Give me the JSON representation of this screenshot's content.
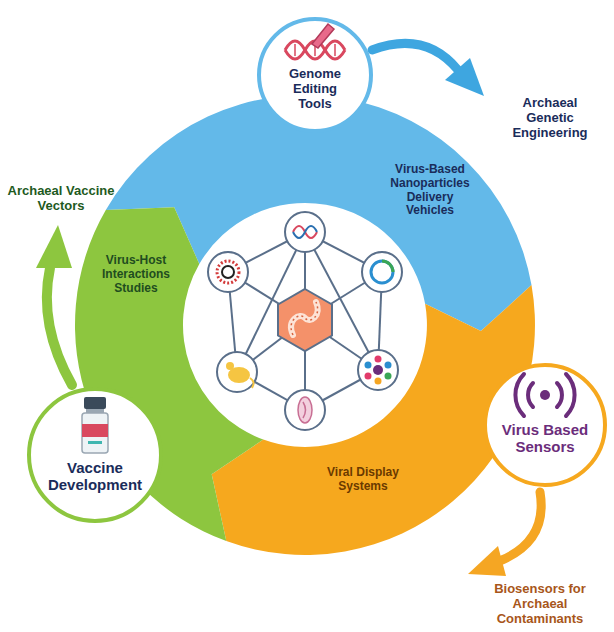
{
  "diagram": {
    "nodes": [
      {
        "text": [
          "Genome Editing Tools"
        ]
      },
      {
        "text": [
          "Virus Based Sensors"
        ]
      },
      {
        "text": [
          "Vaccine Development"
        ]
      }
    ],
    "labels": [
      "Archaeal Genetic Engineering",
      "Archaeal Vaccine Vectors",
      "Virus-Based Nanoparticles Delivery Vehicles",
      "Virus-Host Interactions Studies",
      "Viral Display Systems",
      "Biosensors for Archaeal Contaminants"
    ]
  }
}
